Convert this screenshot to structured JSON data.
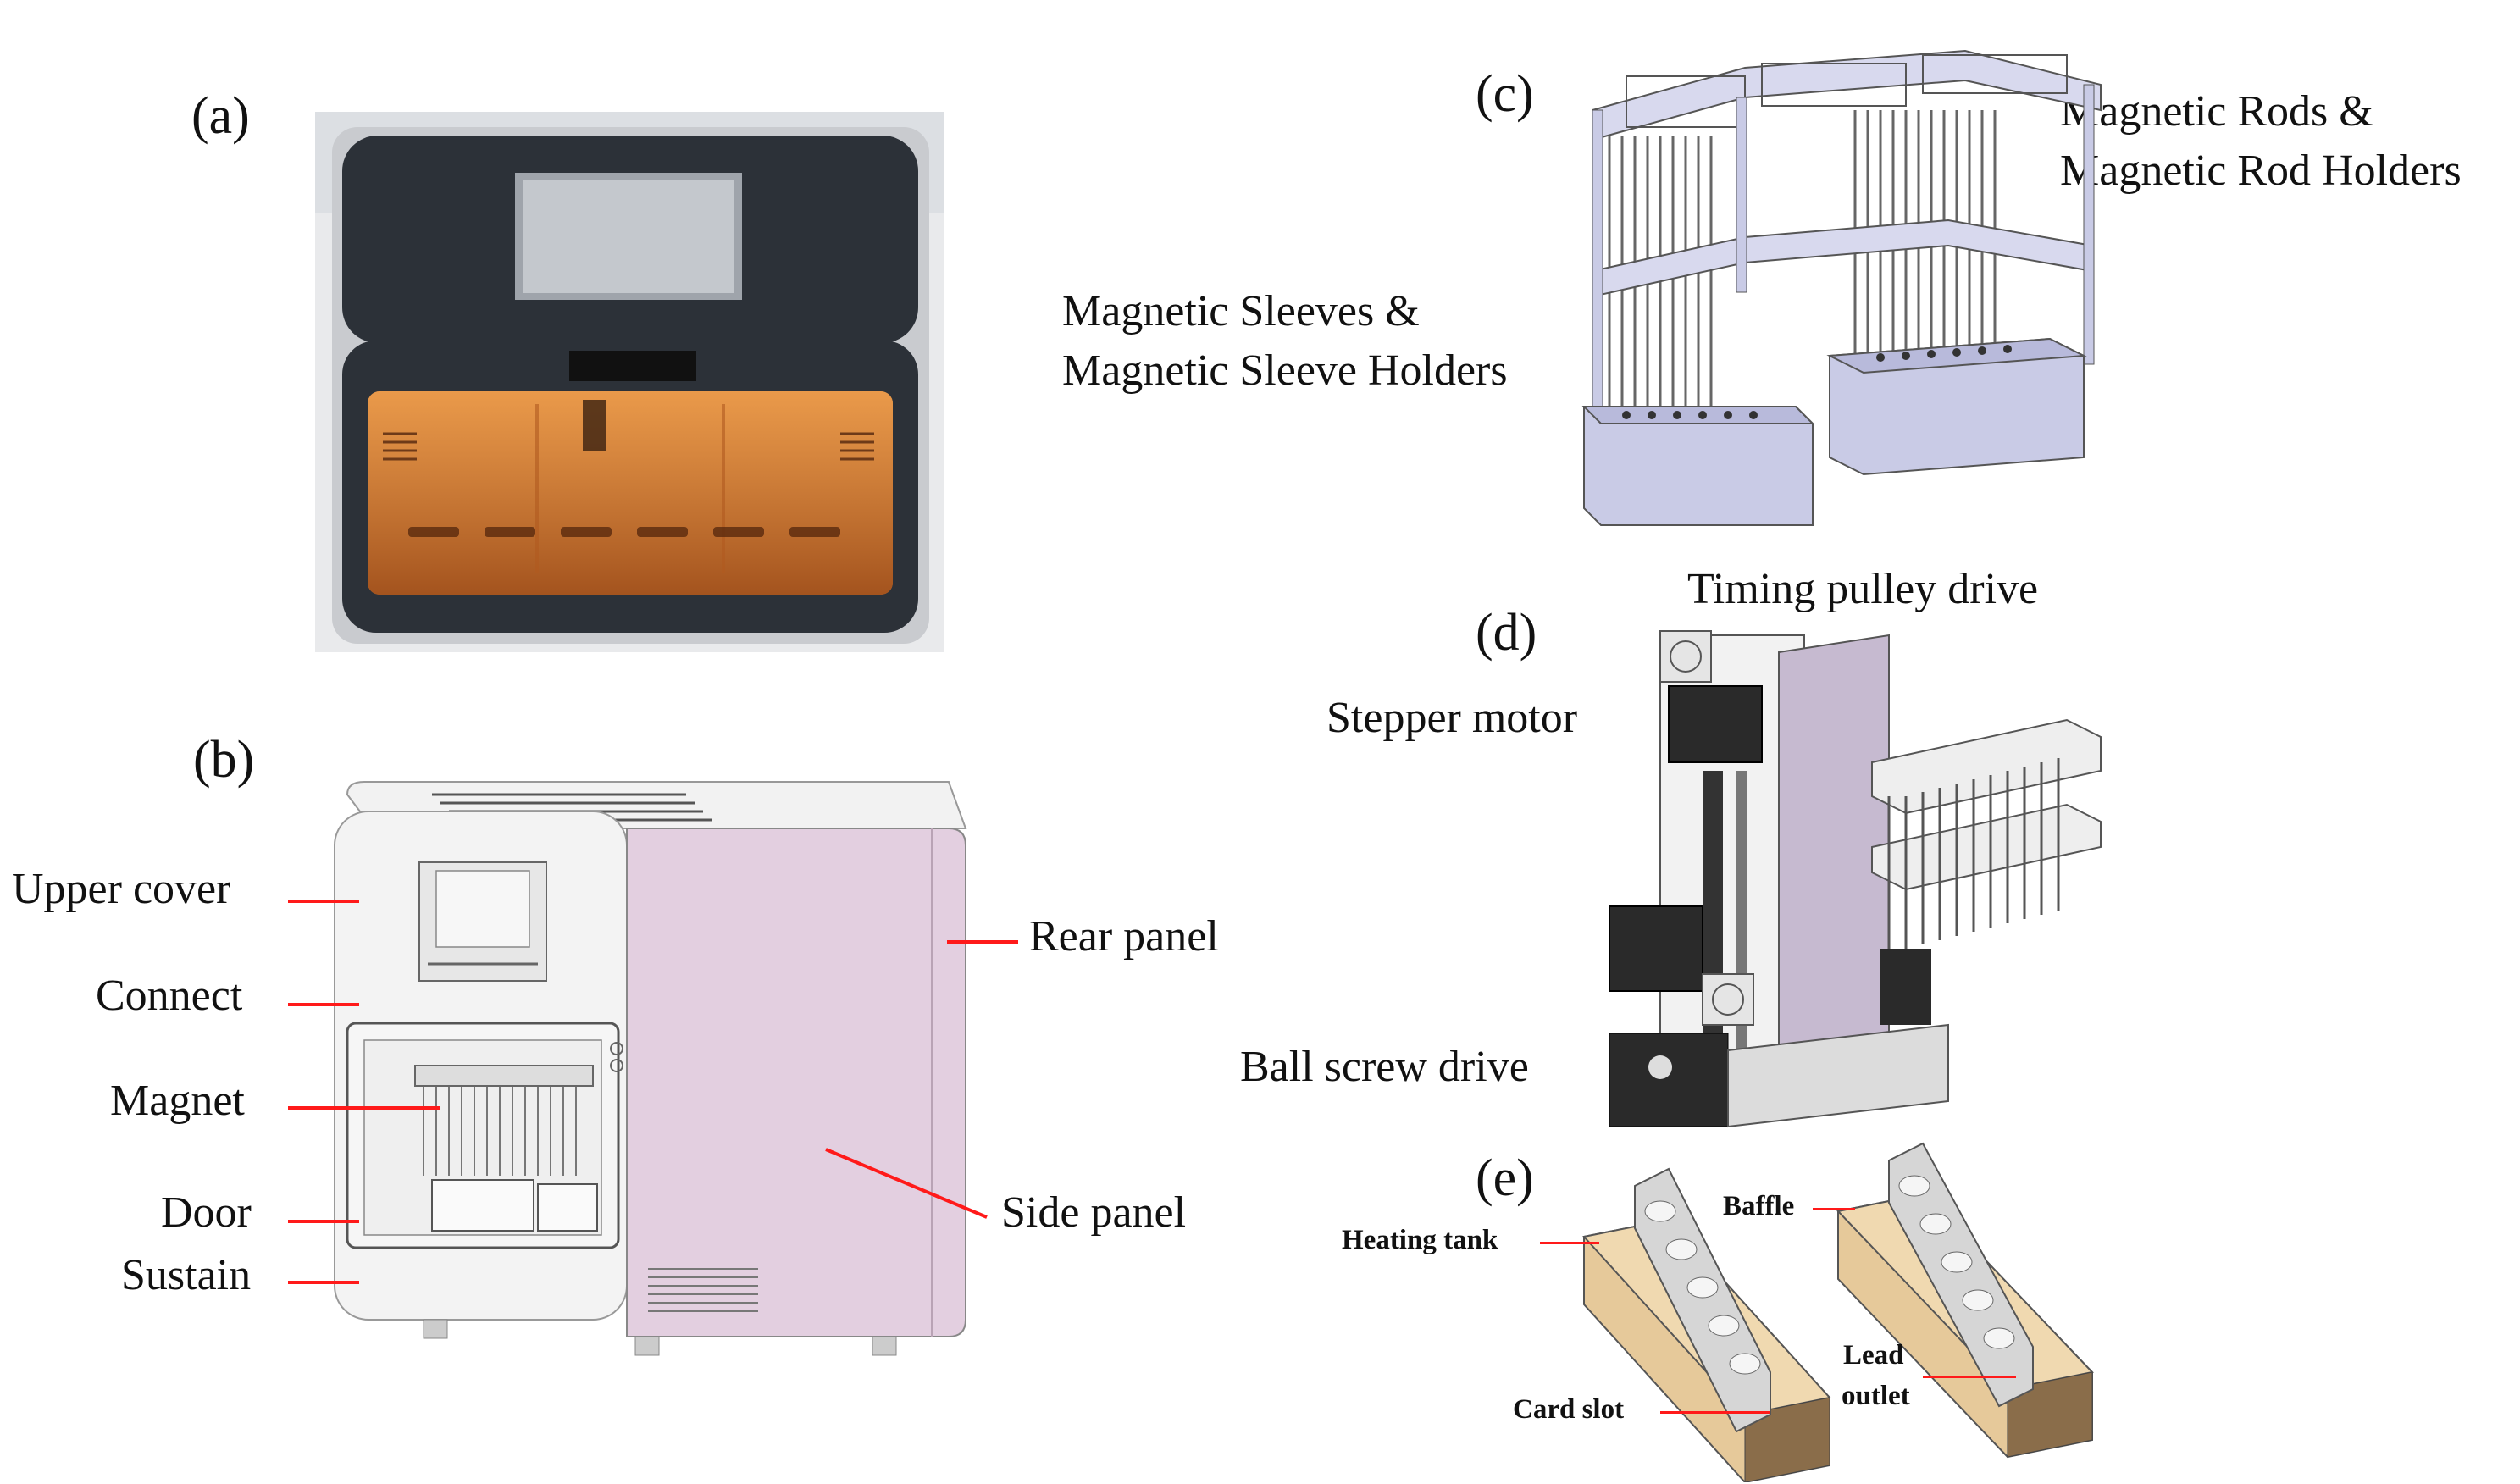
{
  "panels": {
    "a": "(a)",
    "b": "(b)",
    "c": "(c)",
    "d": "(d)",
    "e": "(e)"
  },
  "panel_b_labels": {
    "upper_cover": "Upper cover",
    "connect": "Connect",
    "magnet": "Magnet",
    "door": "Door",
    "sustain": "Sustain",
    "rear_panel": "Rear panel",
    "side_panel": "Side panel"
  },
  "panel_c_labels": {
    "rods_line1": "Magnetic Rods &",
    "rods_line2": "Magnetic Rod Holders",
    "sleeves_line1": "Magnetic Sleeves &",
    "sleeves_line2": "Magnetic Sleeve Holders"
  },
  "panel_d_labels": {
    "timing_pulley": "Timing  pulley drive",
    "stepper_motor": "Stepper motor",
    "ball_screw": "Ball screw drive"
  },
  "panel_e_labels": {
    "heating_tank": "Heating tank",
    "baffle": "Baffle",
    "card_slot": "Card  slot",
    "lead": "Lead",
    "outlet": "outlet"
  },
  "colors": {
    "arrow": "#ff1a1a",
    "side_panel": "#e3cfe0",
    "chamber_glow": "#e08a3a",
    "frame_dark": "#2c3138",
    "frame_silver": "#c9cbcf",
    "metal_blue": "#c9cbe6",
    "wood": "#e6c99a"
  }
}
